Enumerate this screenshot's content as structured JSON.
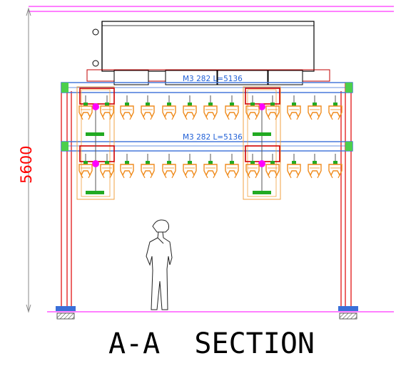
{
  "drawing": {
    "section_title": "A-A  SECTION",
    "height_dimension": "5600",
    "beam_upper_label": "M3  282  L=5136",
    "beam_lower_label": "M3  282  L=5136"
  },
  "colors": {
    "frame_red": "#e00000",
    "beam_blue": "#3a6fd8",
    "trolley_orange": "#f0a040",
    "magenta_line": "#ff00ff",
    "dimension_grey": "#888888",
    "hook_green": "#22aa22"
  },
  "icons": {
    "person": "human-figure-icon",
    "base": "ground-hatch-icon",
    "hook": "gripper-hook-icon"
  }
}
